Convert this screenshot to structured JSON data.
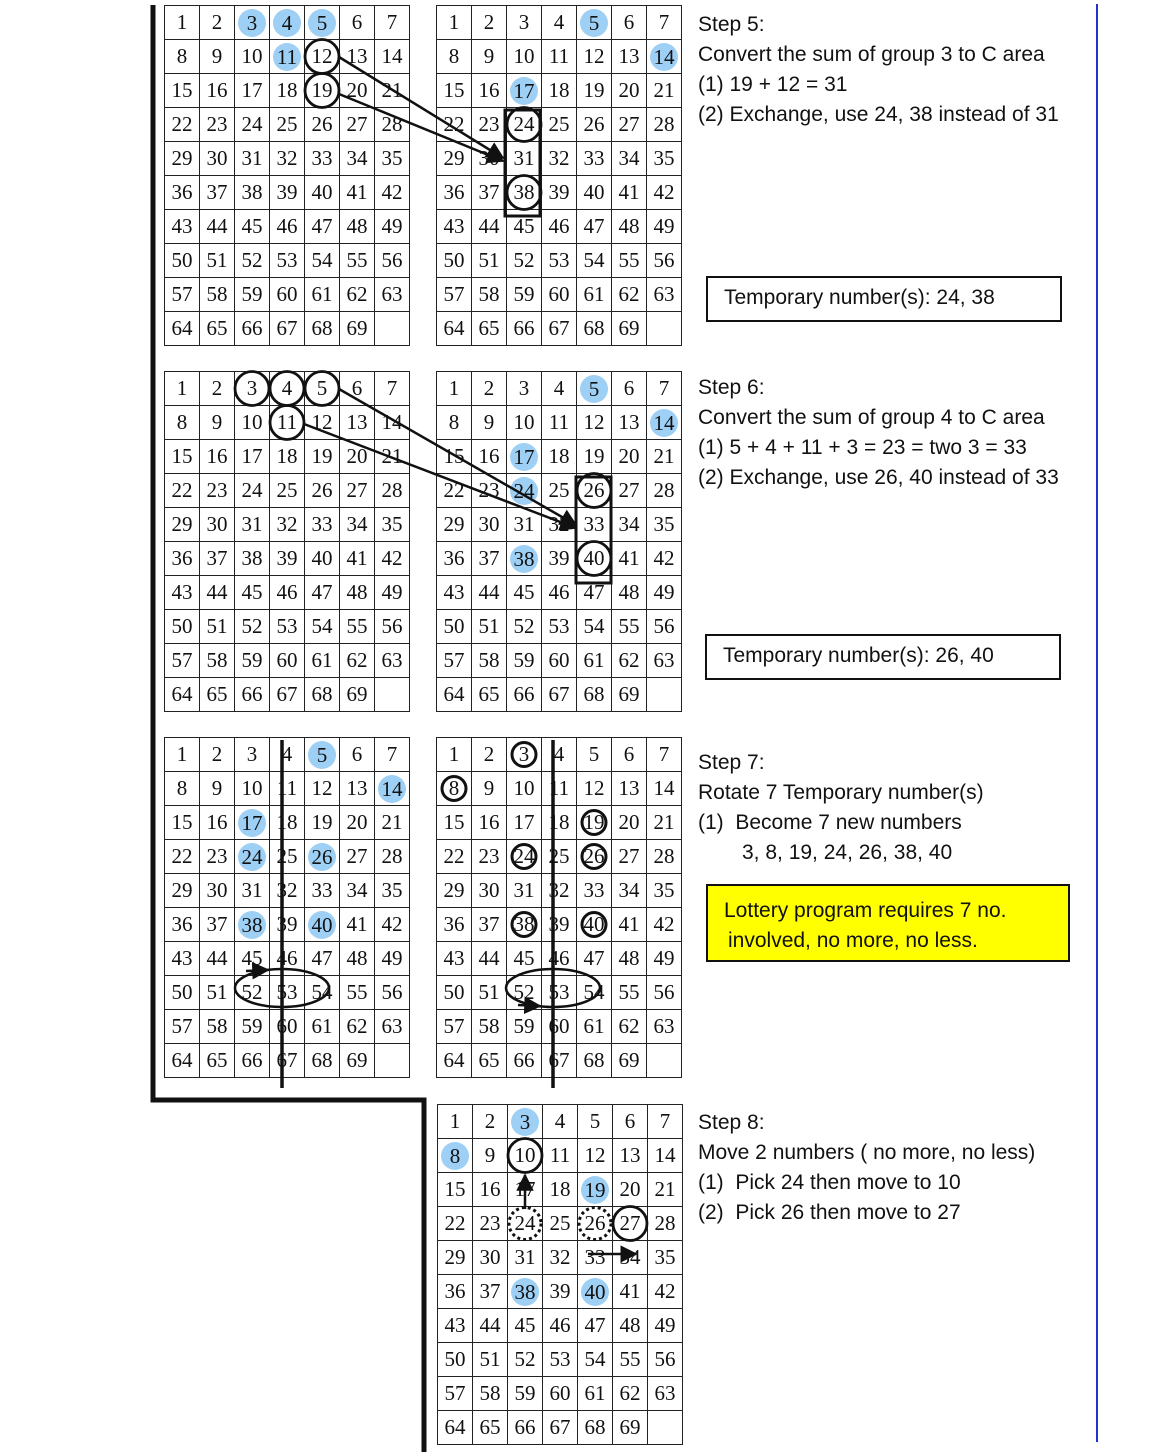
{
  "grid_numbers": [
    "1",
    "2",
    "3",
    "4",
    "5",
    "6",
    "7",
    "8",
    "9",
    "10",
    "11",
    "12",
    "13",
    "14",
    "15",
    "16",
    "17",
    "18",
    "19",
    "20",
    "21",
    "22",
    "23",
    "24",
    "25",
    "26",
    "27",
    "28",
    "29",
    "30",
    "31",
    "32",
    "33",
    "34",
    "35",
    "36",
    "37",
    "38",
    "39",
    "40",
    "41",
    "42",
    "43",
    "44",
    "45",
    "46",
    "47",
    "48",
    "49",
    "50",
    "51",
    "52",
    "53",
    "54",
    "55",
    "56",
    "57",
    "58",
    "59",
    "60",
    "61",
    "62",
    "63",
    "64",
    "65",
    "66",
    "67",
    "68",
    "69"
  ],
  "panels": [
    {
      "id": "step5-left",
      "highlighted": [
        3,
        4,
        5,
        11
      ],
      "circled": [
        12,
        19
      ]
    },
    {
      "id": "step5-right",
      "highlighted": [
        5,
        14,
        17
      ],
      "circled": [
        24,
        38
      ]
    },
    {
      "id": "step6-left",
      "highlighted": [],
      "circled": [
        3,
        4,
        5,
        11
      ]
    },
    {
      "id": "step6-right",
      "highlighted": [
        5,
        14,
        17,
        24,
        38
      ],
      "circled": [
        26,
        40
      ]
    },
    {
      "id": "step7-left",
      "highlighted": [
        5,
        14,
        17,
        24,
        26,
        38,
        40
      ],
      "circled": []
    },
    {
      "id": "step7-right",
      "highlighted": [],
      "circled": [
        3,
        8,
        19,
        24,
        26,
        38,
        40
      ]
    },
    {
      "id": "step8",
      "highlighted": [
        3,
        8,
        19,
        38,
        40
      ],
      "circled": [
        10,
        27
      ],
      "dashed_circled": [
        24,
        26
      ]
    }
  ],
  "step5": {
    "title": "Step 5:",
    "line1": "Convert the sum of group 3 to C area",
    "line2": "(1) 19 + 12 = 31",
    "line3": "(2) Exchange, use 24, 38 instead of 31",
    "temp_box": "Temporary number(s):  24, 38"
  },
  "step6": {
    "title": "Step 6:",
    "line1": "Convert the sum of group 4 to C area",
    "line2": "(1) 5 + 4 + 11 + 3 = 23 = two 3 = 33",
    "line3": "(2) Exchange, use 26, 40 instead of 33",
    "temp_box": "Temporary number(s):  26, 40"
  },
  "step7": {
    "title": "Step 7:",
    "line1": "Rotate 7 Temporary number(s)",
    "line2": "(1)  Become 7 new numbers",
    "line3": "3, 8, 19, 24, 26, 38, 40",
    "note_line1": "Lottery program requires 7 no.",
    "note_line2": "involved, no more, no less."
  },
  "step8": {
    "title": "Step 8:",
    "line1": "Move 2 numbers ( no more, no less)",
    "line2": "(1)  Pick 24 then move to 10",
    "line3": "(2)  Pick 26 then move to 27"
  },
  "colors": {
    "highlight": "#9ecff5",
    "note_bg": "#ffff00",
    "right_rule": "#2233cc"
  }
}
